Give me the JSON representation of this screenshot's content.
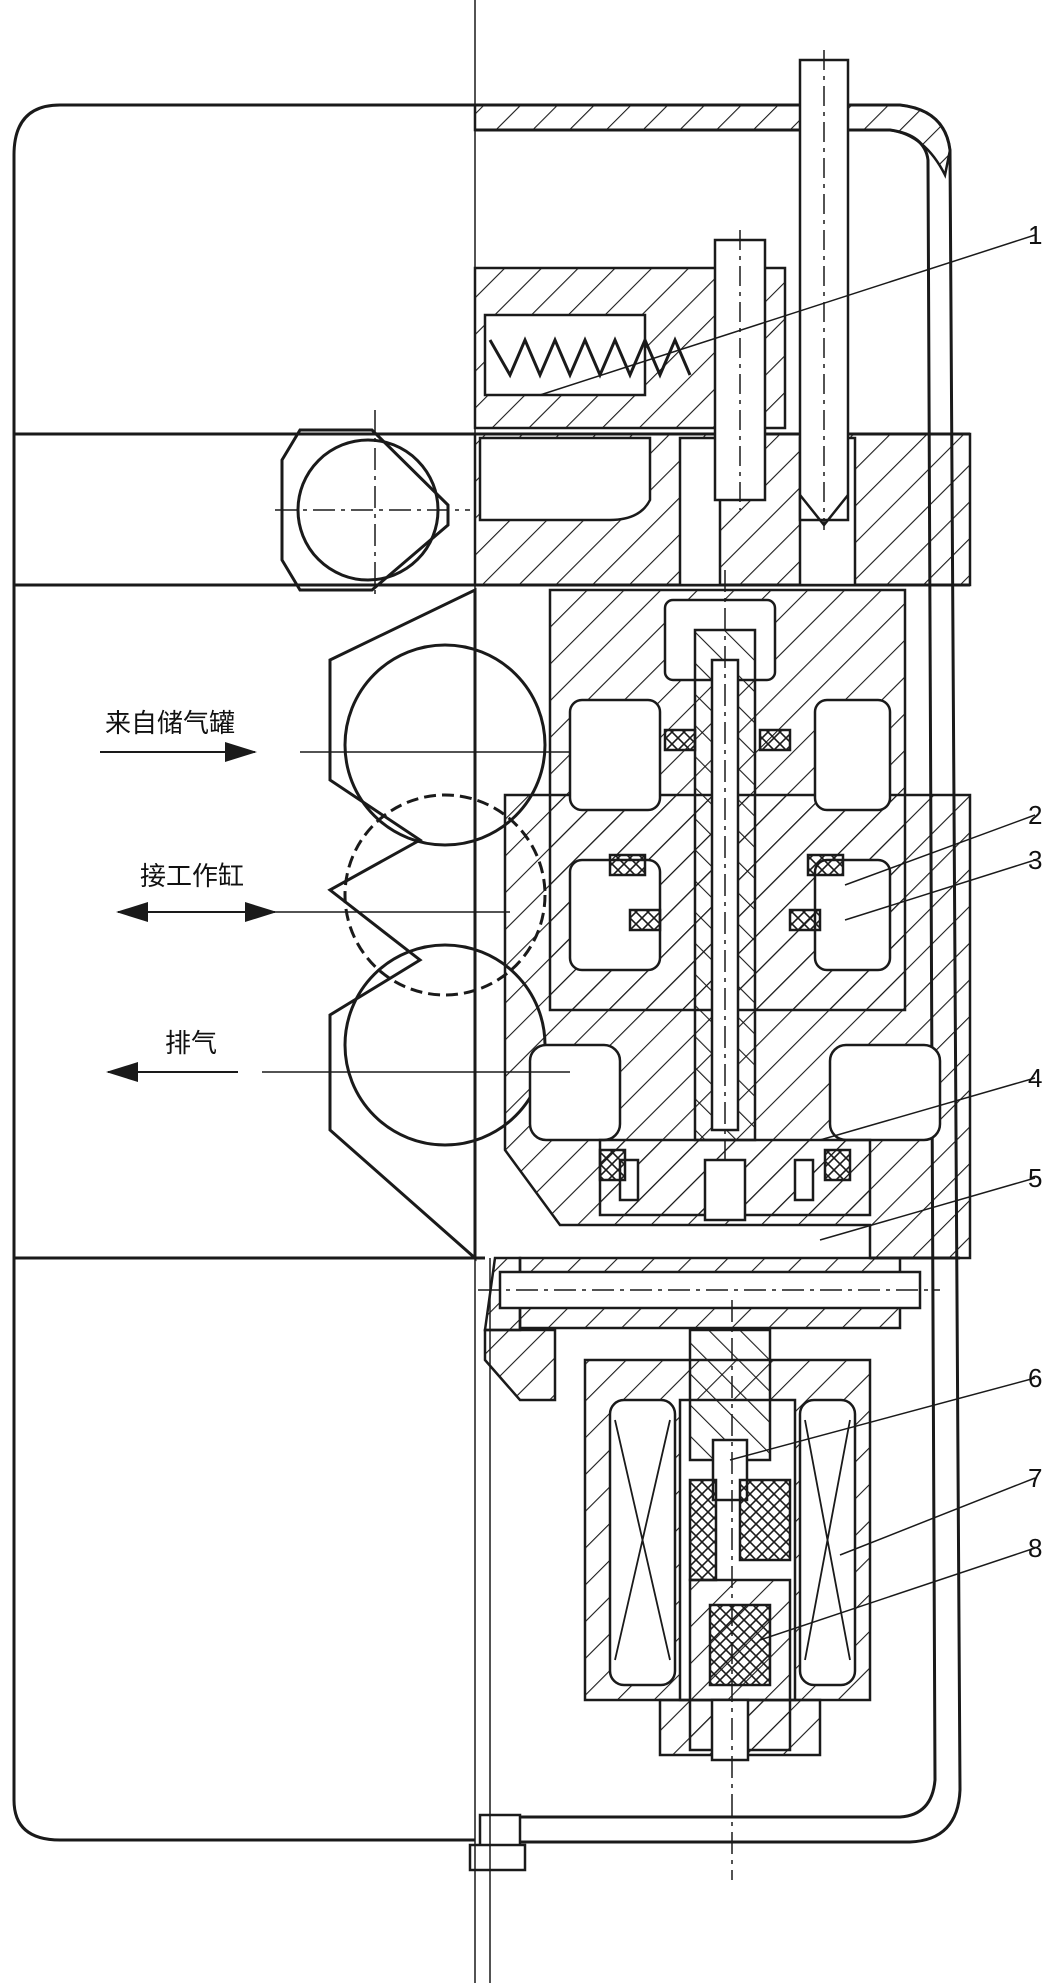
{
  "diagram": {
    "labels": {
      "from_tank": "来自储气罐",
      "to_cylinder": "接工作缸",
      "exhaust": "排气"
    },
    "part_numbers": [
      "1",
      "2",
      "3",
      "4",
      "5",
      "6",
      "7",
      "8"
    ]
  },
  "style": {
    "ink": "#1a1a1a",
    "paper": "#ffffff"
  }
}
